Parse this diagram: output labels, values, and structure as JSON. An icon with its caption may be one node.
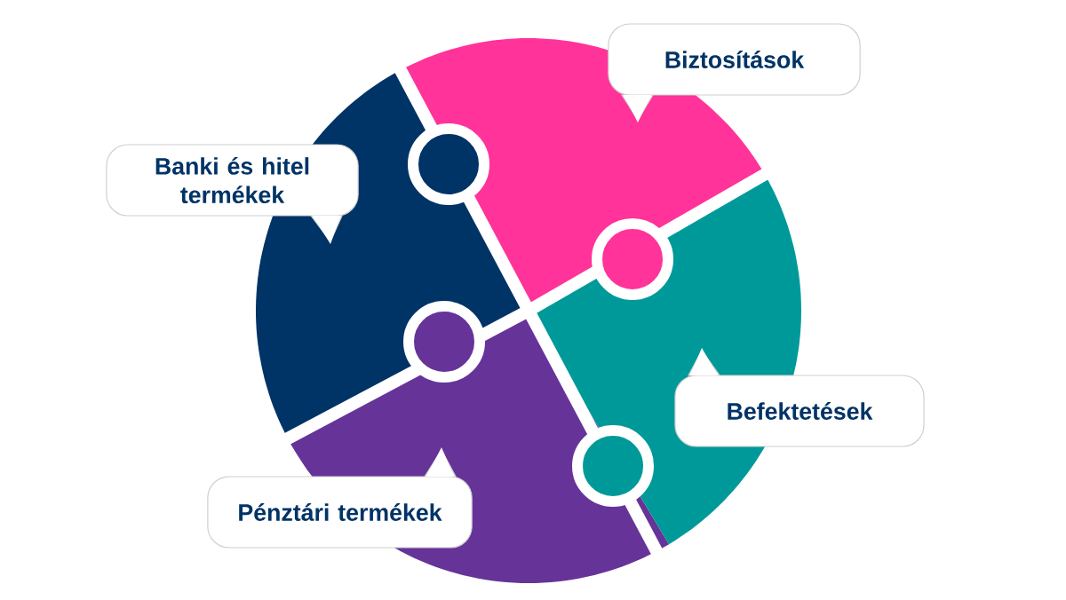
{
  "diagram": {
    "nodes": [
      {
        "text": [
          "Biztosítások"
        ]
      },
      {
        "text": [
          "Banki és hitel termékek"
        ]
      },
      {
        "text": [
          "Befektetések"
        ]
      },
      {
        "text": [
          "Pénztári termékek"
        ]
      }
    ]
  }
}
